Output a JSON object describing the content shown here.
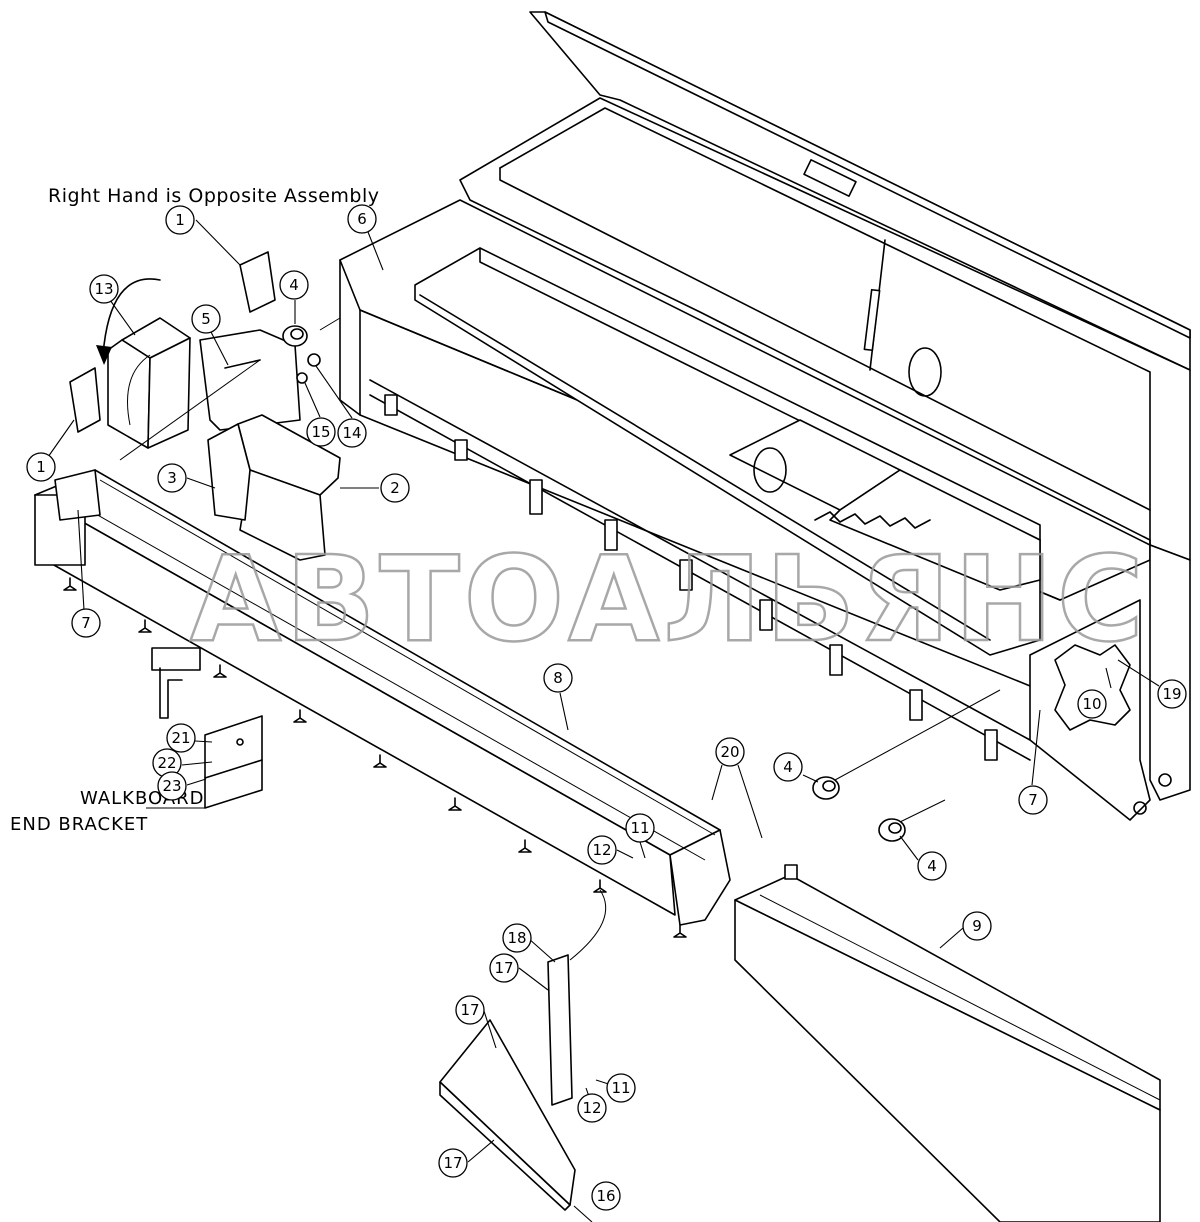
{
  "note": "Right Hand is Opposite Assembly",
  "side_label": {
    "line1": "WALKBOARD",
    "line2": "END BRACKET"
  },
  "watermark": "АВТОАЛЬЯНС",
  "callouts": [
    {
      "id": "c1a",
      "label": "1"
    },
    {
      "id": "c13",
      "label": "13"
    },
    {
      "id": "c5",
      "label": "5"
    },
    {
      "id": "c4a",
      "label": "4"
    },
    {
      "id": "c6",
      "label": "6"
    },
    {
      "id": "c15",
      "label": "15"
    },
    {
      "id": "c14",
      "label": "14"
    },
    {
      "id": "c1b",
      "label": "1"
    },
    {
      "id": "c3",
      "label": "3"
    },
    {
      "id": "c2",
      "label": "2"
    },
    {
      "id": "c7a",
      "label": "7"
    },
    {
      "id": "c8",
      "label": "8"
    },
    {
      "id": "c21",
      "label": "21"
    },
    {
      "id": "c22",
      "label": "22"
    },
    {
      "id": "c23",
      "label": "23"
    },
    {
      "id": "c20",
      "label": "20"
    },
    {
      "id": "c4b",
      "label": "4"
    },
    {
      "id": "c11a",
      "label": "11"
    },
    {
      "id": "c12a",
      "label": "12"
    },
    {
      "id": "c10",
      "label": "10"
    },
    {
      "id": "c19",
      "label": "19"
    },
    {
      "id": "c7b",
      "label": "7"
    },
    {
      "id": "c4c",
      "label": "4"
    },
    {
      "id": "c9",
      "label": "9"
    },
    {
      "id": "c18",
      "label": "18"
    },
    {
      "id": "c17a",
      "label": "17"
    },
    {
      "id": "c17b",
      "label": "17"
    },
    {
      "id": "c12b",
      "label": "12"
    },
    {
      "id": "c11b",
      "label": "11"
    },
    {
      "id": "c17c",
      "label": "17"
    },
    {
      "id": "c16",
      "label": "16"
    }
  ]
}
